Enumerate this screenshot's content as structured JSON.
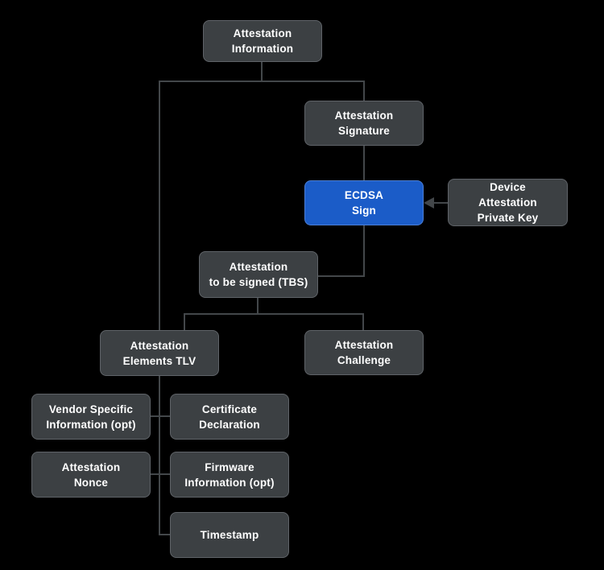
{
  "diagram": {
    "description": "Device attestation signing flow diagram",
    "colors": {
      "background": "#000000",
      "node_fill": "#3c4043",
      "node_border": "#5f6368",
      "highlight_fill": "#1b5cc8",
      "highlight_border": "#4c7fd6",
      "text": "#ffffff",
      "line": "#43474a"
    },
    "nodes": {
      "attestation_information": {
        "label": "Attestation\nInformation",
        "highlighted": false
      },
      "attestation_signature": {
        "label": "Attestation\nSignature",
        "highlighted": false
      },
      "ecdsa_sign": {
        "label": "ECDSA\nSign",
        "highlighted": true
      },
      "device_attestation_private_key": {
        "label": "Device\nAttestation\nPrivate Key",
        "highlighted": false
      },
      "attestation_tbs": {
        "label": "Attestation\nto be signed (TBS)",
        "highlighted": false
      },
      "attestation_elements_tlv": {
        "label": "Attestation\nElements TLV",
        "highlighted": false
      },
      "attestation_challenge": {
        "label": "Attestation\nChallenge",
        "highlighted": false
      },
      "vendor_specific_information": {
        "label": "Vendor Specific\nInformation (opt)",
        "highlighted": false
      },
      "certificate_declaration": {
        "label": "Certificate\nDeclaration",
        "highlighted": false
      },
      "attestation_nonce": {
        "label": "Attestation\nNonce",
        "highlighted": false
      },
      "firmware_information": {
        "label": "Firmware\nInformation (opt)",
        "highlighted": false
      },
      "timestamp": {
        "label": "Timestamp",
        "highlighted": false
      }
    },
    "edges": [
      {
        "from": "attestation_information",
        "to": "attestation_signature",
        "arrow": false
      },
      {
        "from": "attestation_information",
        "to": "attestation_elements_tlv",
        "arrow": false
      },
      {
        "from": "attestation_signature",
        "to": "ecdsa_sign",
        "arrow": false
      },
      {
        "from": "device_attestation_private_key",
        "to": "ecdsa_sign",
        "arrow": true
      },
      {
        "from": "ecdsa_sign",
        "to": "attestation_tbs",
        "arrow": false
      },
      {
        "from": "attestation_tbs",
        "to": "attestation_elements_tlv",
        "arrow": false
      },
      {
        "from": "attestation_tbs",
        "to": "attestation_challenge",
        "arrow": false
      },
      {
        "from": "attestation_elements_tlv",
        "to": "vendor_specific_information",
        "arrow": false
      },
      {
        "from": "attestation_elements_tlv",
        "to": "certificate_declaration",
        "arrow": false
      },
      {
        "from": "attestation_elements_tlv",
        "to": "attestation_nonce",
        "arrow": false
      },
      {
        "from": "attestation_elements_tlv",
        "to": "firmware_information",
        "arrow": false
      },
      {
        "from": "attestation_elements_tlv",
        "to": "timestamp",
        "arrow": false
      }
    ]
  }
}
